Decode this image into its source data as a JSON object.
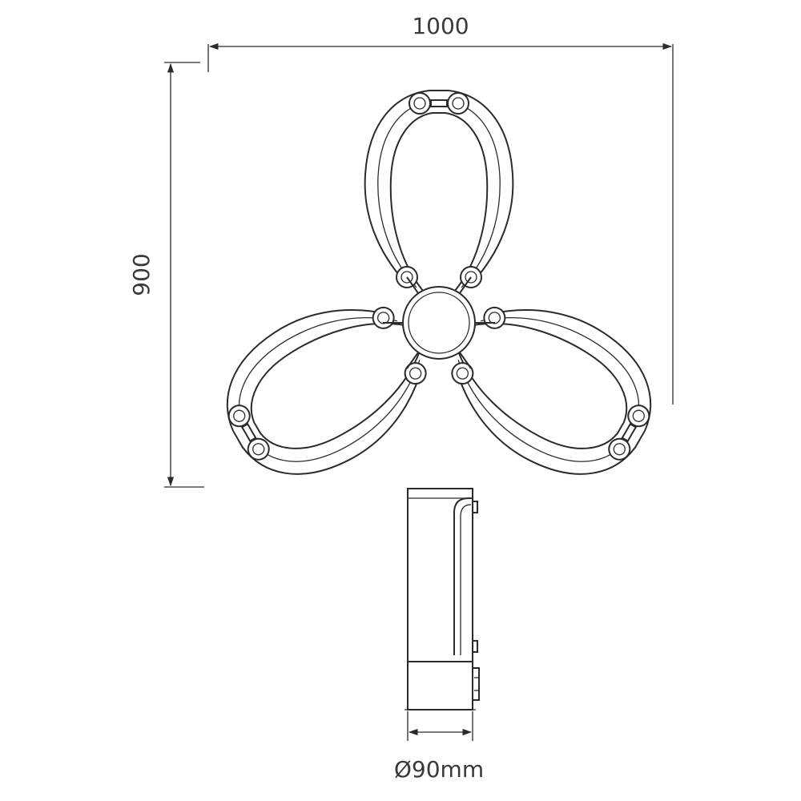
{
  "dimensions": {
    "width_label": "1000",
    "height_label": "900",
    "diameter_label": "Ø90mm"
  },
  "colors": {
    "line": "#2b2b2b",
    "text": "#3a3a3a",
    "background": "#ffffff"
  }
}
